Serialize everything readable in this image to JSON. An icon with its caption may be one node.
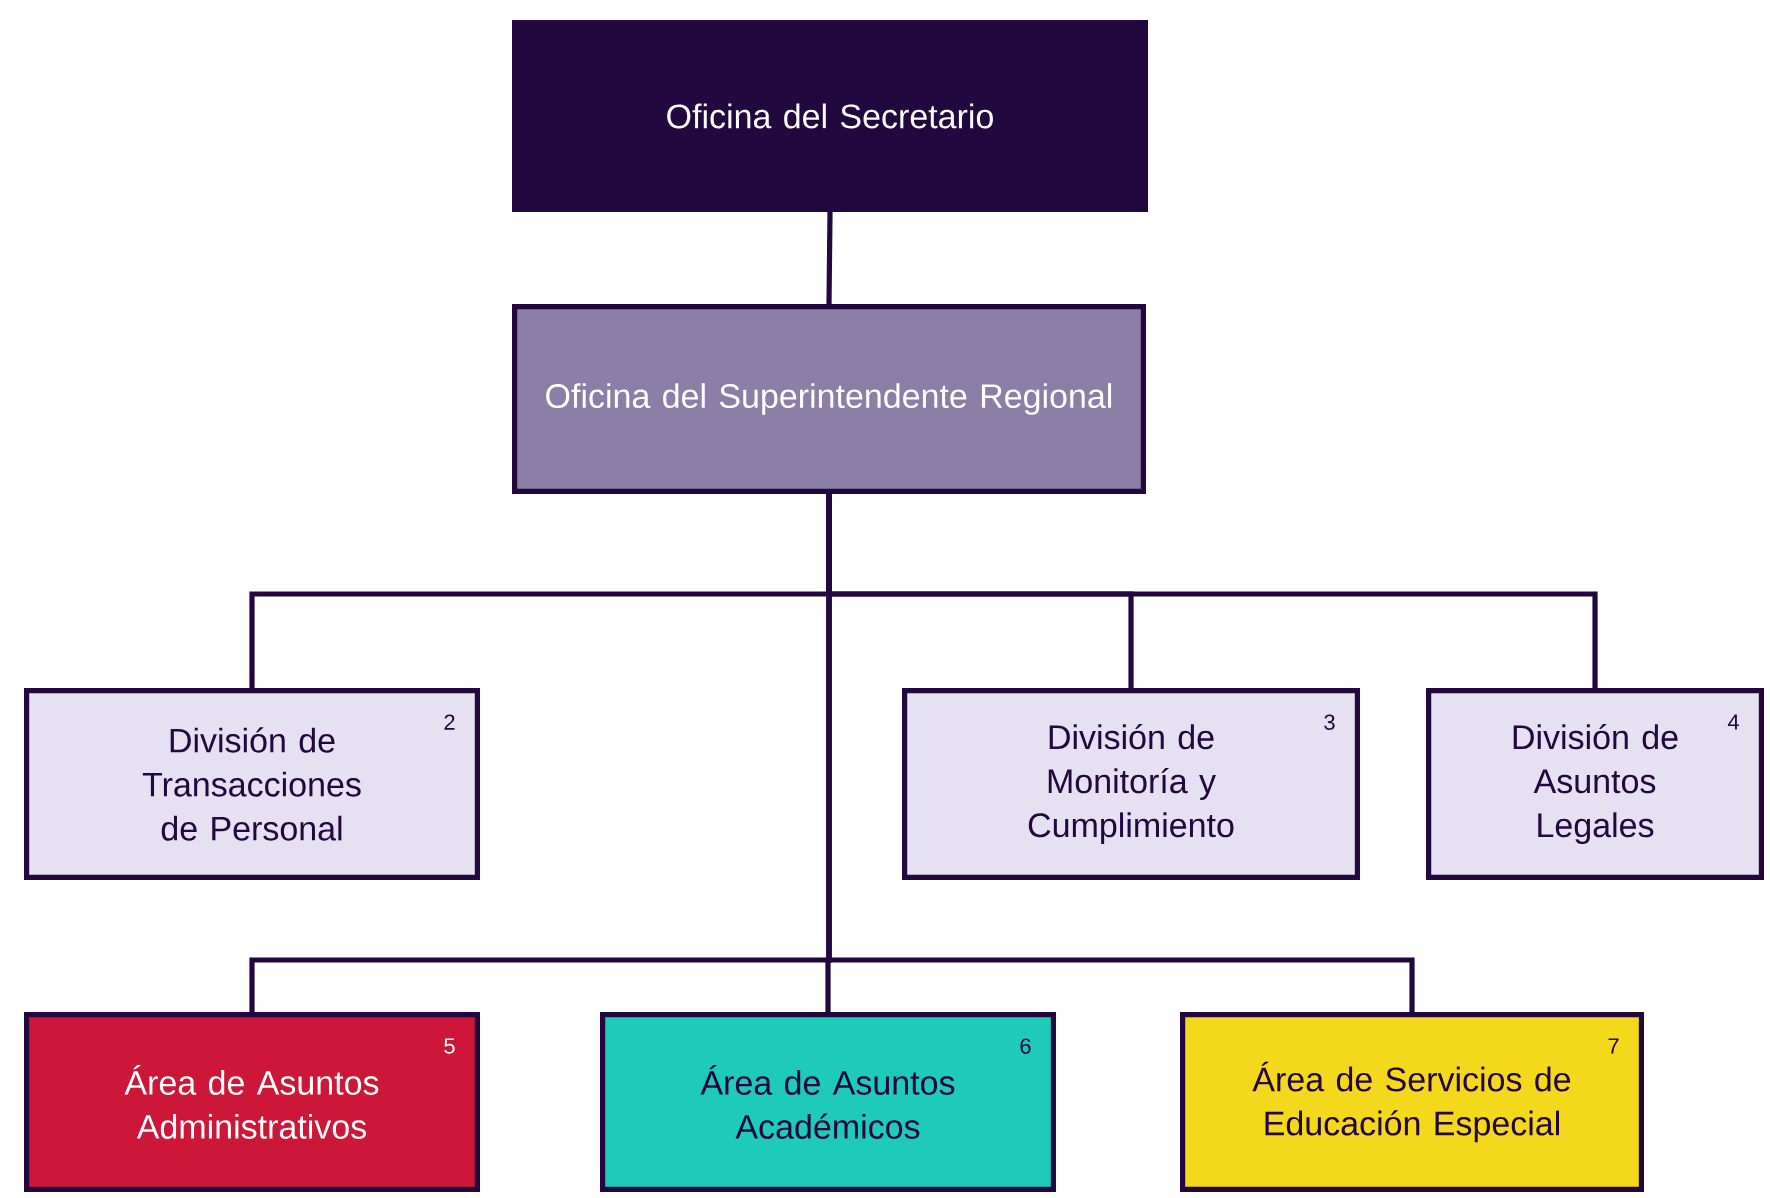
{
  "diagram": {
    "nodes": [
      {
        "text": [
          "Oficina del Secretario"
        ]
      },
      {
        "text": [
          "Oficina del Superintendente Regional"
        ]
      },
      {
        "text": [
          "División de Transacciones de Personal",
          "2"
        ]
      },
      {
        "text": [
          "División de Monitoría y Cumplimiento",
          "3"
        ]
      },
      {
        "text": [
          "División de Asuntos Legales",
          "4"
        ]
      },
      {
        "text": [
          "Área de Asuntos Administrativos",
          "5"
        ]
      },
      {
        "text": [
          "Área de Asuntos Académicos",
          "6"
        ]
      },
      {
        "text": [
          "Área de Servicios de Educación Especial",
          "7"
        ]
      }
    ],
    "edges": [
      {
        "from": 0,
        "to": 1,
        "arrow": "none"
      },
      {
        "from": 1,
        "to": 2,
        "arrow": "none"
      },
      {
        "from": 1,
        "to": 3,
        "arrow": "none"
      },
      {
        "from": 1,
        "to": 4,
        "arrow": "none"
      },
      {
        "from": 1,
        "to": 5,
        "arrow": "none"
      },
      {
        "from": 1,
        "to": 6,
        "arrow": "none"
      },
      {
        "from": 1,
        "to": 7,
        "arrow": "none"
      }
    ]
  }
}
